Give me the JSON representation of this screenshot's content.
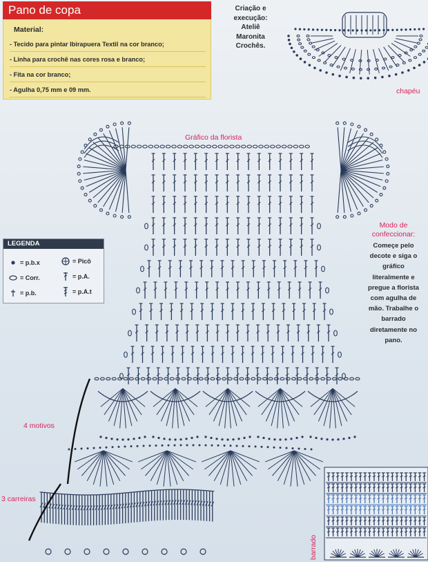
{
  "material_box": {
    "header": "Pano de copa",
    "title": "Material:",
    "items": [
      "- Tecido para pintar Ibirapuera Textil na cor branco;",
      "- Linha para crochê nas cores rosa e branco;",
      "- Fita na cor branco;",
      "- Agulha 0,75 mm e 09 mm."
    ]
  },
  "credits": [
    "Criação e",
    "execução:",
    "Ateliê",
    "Maronita",
    "Crochês."
  ],
  "labels": {
    "chapeu": "chapéu",
    "grafico": "Gráfico da florista",
    "motivos": "4 motivos",
    "carreiras": "3 carreiras",
    "barrado": "barrado"
  },
  "legend": {
    "title": "LEGENDA",
    "items": [
      {
        "symbol": "dot-icon",
        "label": "= p.b.x"
      },
      {
        "symbol": "oval-icon",
        "label": "= Corr."
      },
      {
        "symbol": "cross-icon",
        "label": "= p.b."
      },
      {
        "symbol": "picot-icon",
        "label": "= Picô"
      },
      {
        "symbol": "treble-icon",
        "label": "= p.A."
      },
      {
        "symbol": "double-treble-icon",
        "label": "= p.A.t"
      }
    ]
  },
  "modo": {
    "title": [
      "Modo de",
      "confeccionar:"
    ],
    "body": [
      "Começe pelo",
      "decote e siga o",
      "gráfico",
      "literalmente e",
      "pregue a florista",
      "com agulha de",
      "mão. Trabalhe o",
      "barrado",
      "diretamente no",
      "pano."
    ]
  },
  "colors": {
    "red": "#d42828",
    "pink": "#d8245a",
    "yellow": "#f2e6a0",
    "ink": "#2a3a5a",
    "blue_band": "#4a78b8"
  }
}
